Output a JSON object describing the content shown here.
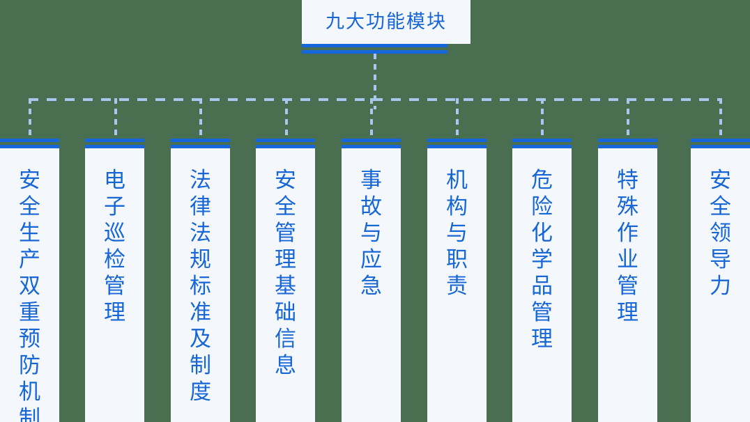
{
  "diagram": {
    "type": "org-tree",
    "orientation": "top-down",
    "root": {
      "label": "九大功能模块"
    },
    "colors": {
      "background": "#4a6f50",
      "node_fill": "#f4f8fd",
      "accent_bar": "#1667db",
      "text": "#1766d6",
      "connector": "#a9c8ef"
    },
    "modules": [
      {
        "id": "module-1",
        "label": "安全生产双重预防机制"
      },
      {
        "id": "module-2",
        "label": "电子巡检管理"
      },
      {
        "id": "module-3",
        "label": "法律法规标准及制度"
      },
      {
        "id": "module-4",
        "label": "安全管理基础信息"
      },
      {
        "id": "module-5",
        "label": "事故与应急"
      },
      {
        "id": "module-6",
        "label": "机构与职责"
      },
      {
        "id": "module-7",
        "label": "危险化学品管理"
      },
      {
        "id": "module-8",
        "label": "特殊作业管理"
      },
      {
        "id": "module-9",
        "label": "安全领导力"
      }
    ]
  }
}
